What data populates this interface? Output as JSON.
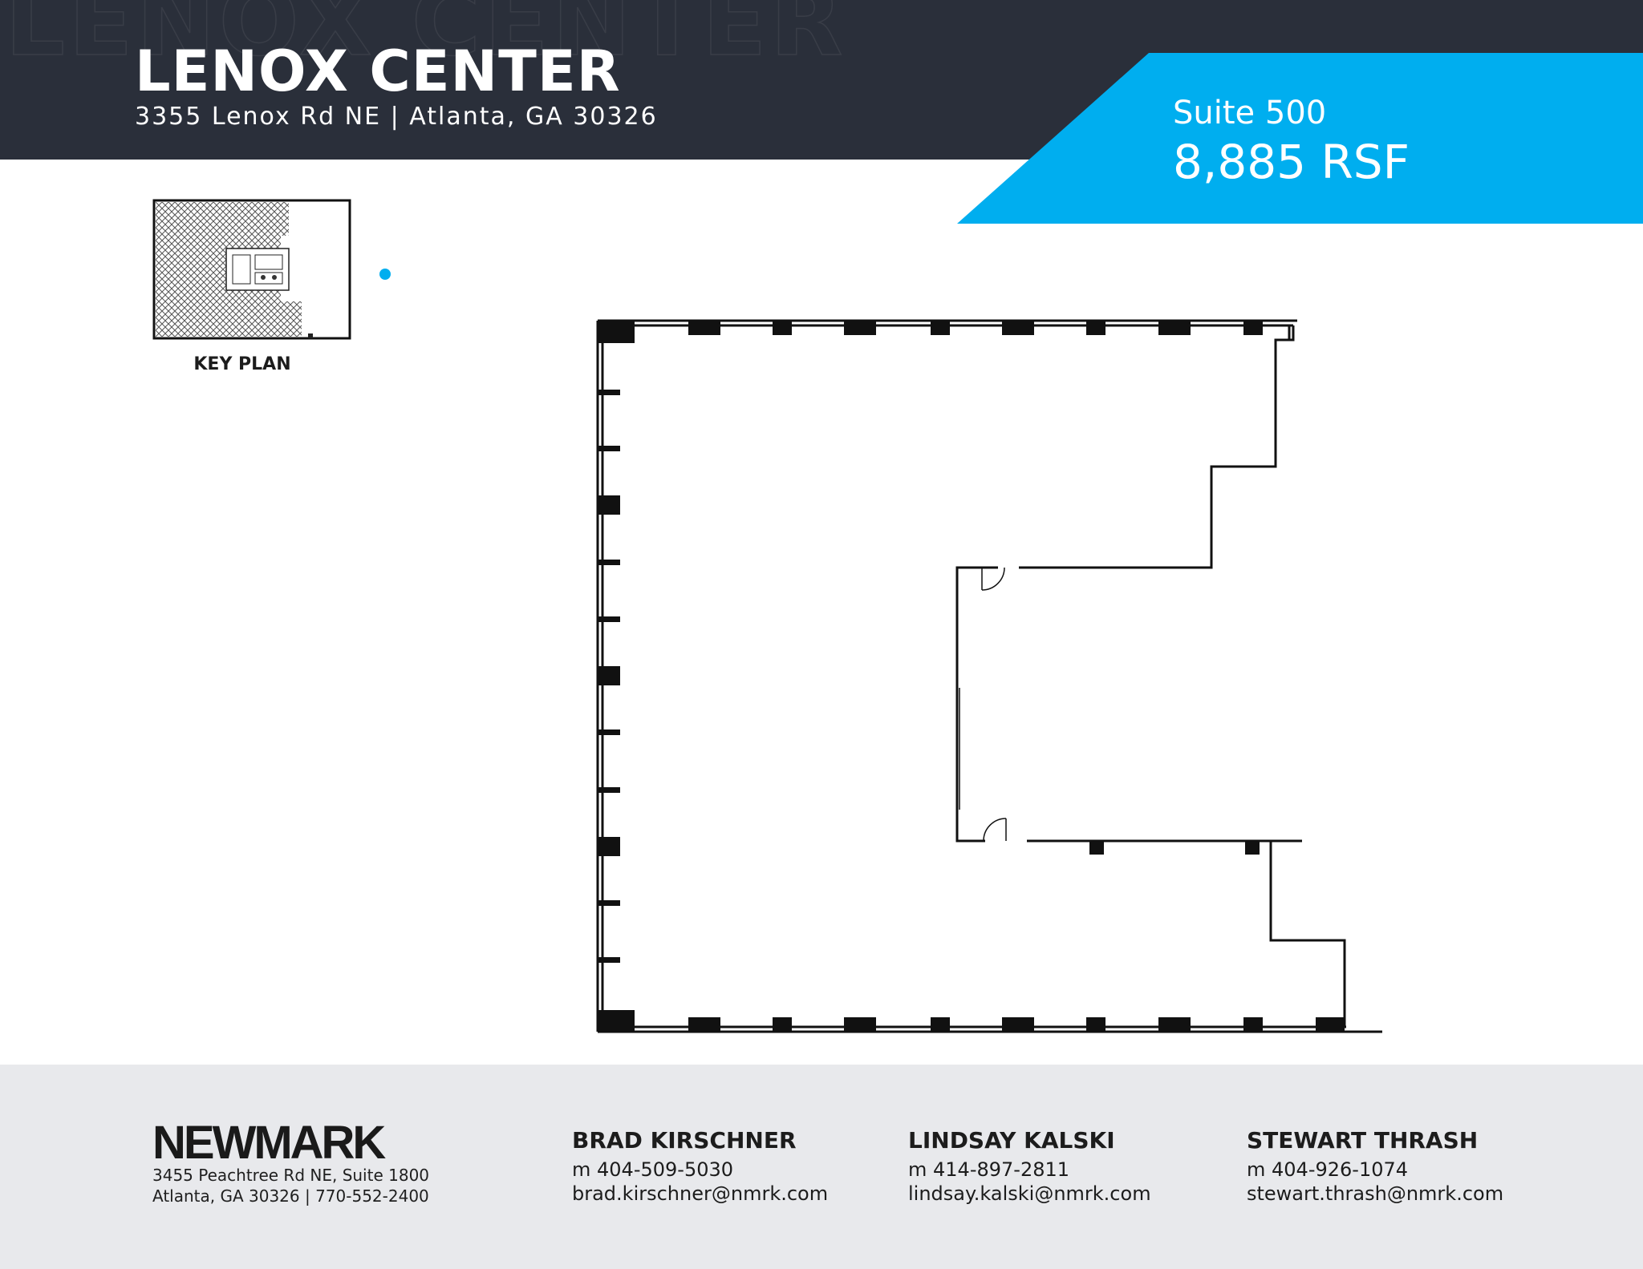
{
  "header": {
    "title": "LENOX CENTER",
    "address": "3355 Lenox Rd NE | Atlanta, GA 30326",
    "background_color": "#2a2f3a"
  },
  "suite_banner": {
    "suite": "Suite 500",
    "area": "8,885 RSF",
    "accent_color": "#00aeef"
  },
  "key_plan": {
    "label": "KEY PLAN"
  },
  "floor_plan": {
    "icon": "floor-plan-outline"
  },
  "footer": {
    "logo": "NEWMARK",
    "address_line1": "3455 Peachtree Rd NE, Suite 1800",
    "address_line2": "Atlanta, GA 30326 | 770-552-2400",
    "background_color": "#e8e9ec",
    "contacts": [
      {
        "name": "BRAD KIRSCHNER",
        "phone": "m 404-509-5030",
        "email": "brad.kirschner@nmrk.com"
      },
      {
        "name": "LINDSAY KALSKI",
        "phone": "m 414-897-2811",
        "email": "lindsay.kalski@nmrk.com"
      },
      {
        "name": "STEWART THRASH",
        "phone": "m 404-926-1074",
        "email": "stewart.thrash@nmrk.com"
      }
    ]
  }
}
